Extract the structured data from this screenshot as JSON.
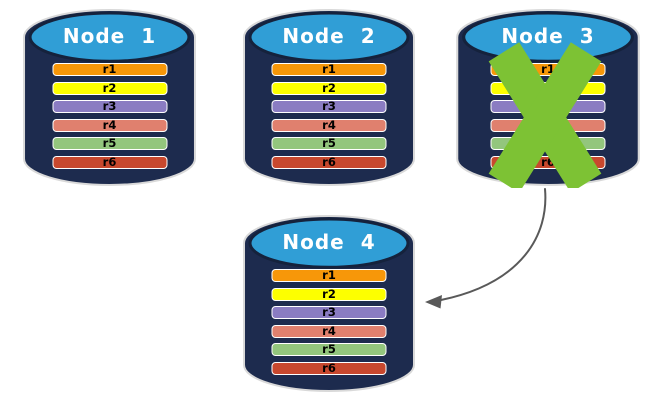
{
  "nodes": [
    {
      "name": "Node 1",
      "status": "active",
      "segments": [
        "r1",
        "r2",
        "r3",
        "r4",
        "r5",
        "r6"
      ]
    },
    {
      "name": "Node 2",
      "status": "active",
      "segments": [
        "r1",
        "r2",
        "r3",
        "r4",
        "r5",
        "r6"
      ]
    },
    {
      "name": "Node 3",
      "status": "failed",
      "segments": [
        "r1",
        "r2",
        "r3",
        "r4",
        "r5",
        "r6"
      ]
    },
    {
      "name": "Node 4",
      "status": "active",
      "segments": [
        "r1",
        "r2",
        "r3",
        "r4",
        "r5",
        "r6"
      ]
    }
  ],
  "colors": {
    "cylinder_body": "#1d2b4e",
    "cylinder_top": "#309ed6",
    "cylinder_outline": "#d9d9d9",
    "segment_colors": [
      "#f79709",
      "#fdff00",
      "#8a7cc2",
      "#e0806e",
      "#93c67d",
      "#c8482e"
    ],
    "segment_border": "#ffffff",
    "segment_text": "#000000",
    "title_text": "#ffffff",
    "failure_cross": "#7dc234",
    "arrow": "#595959"
  }
}
